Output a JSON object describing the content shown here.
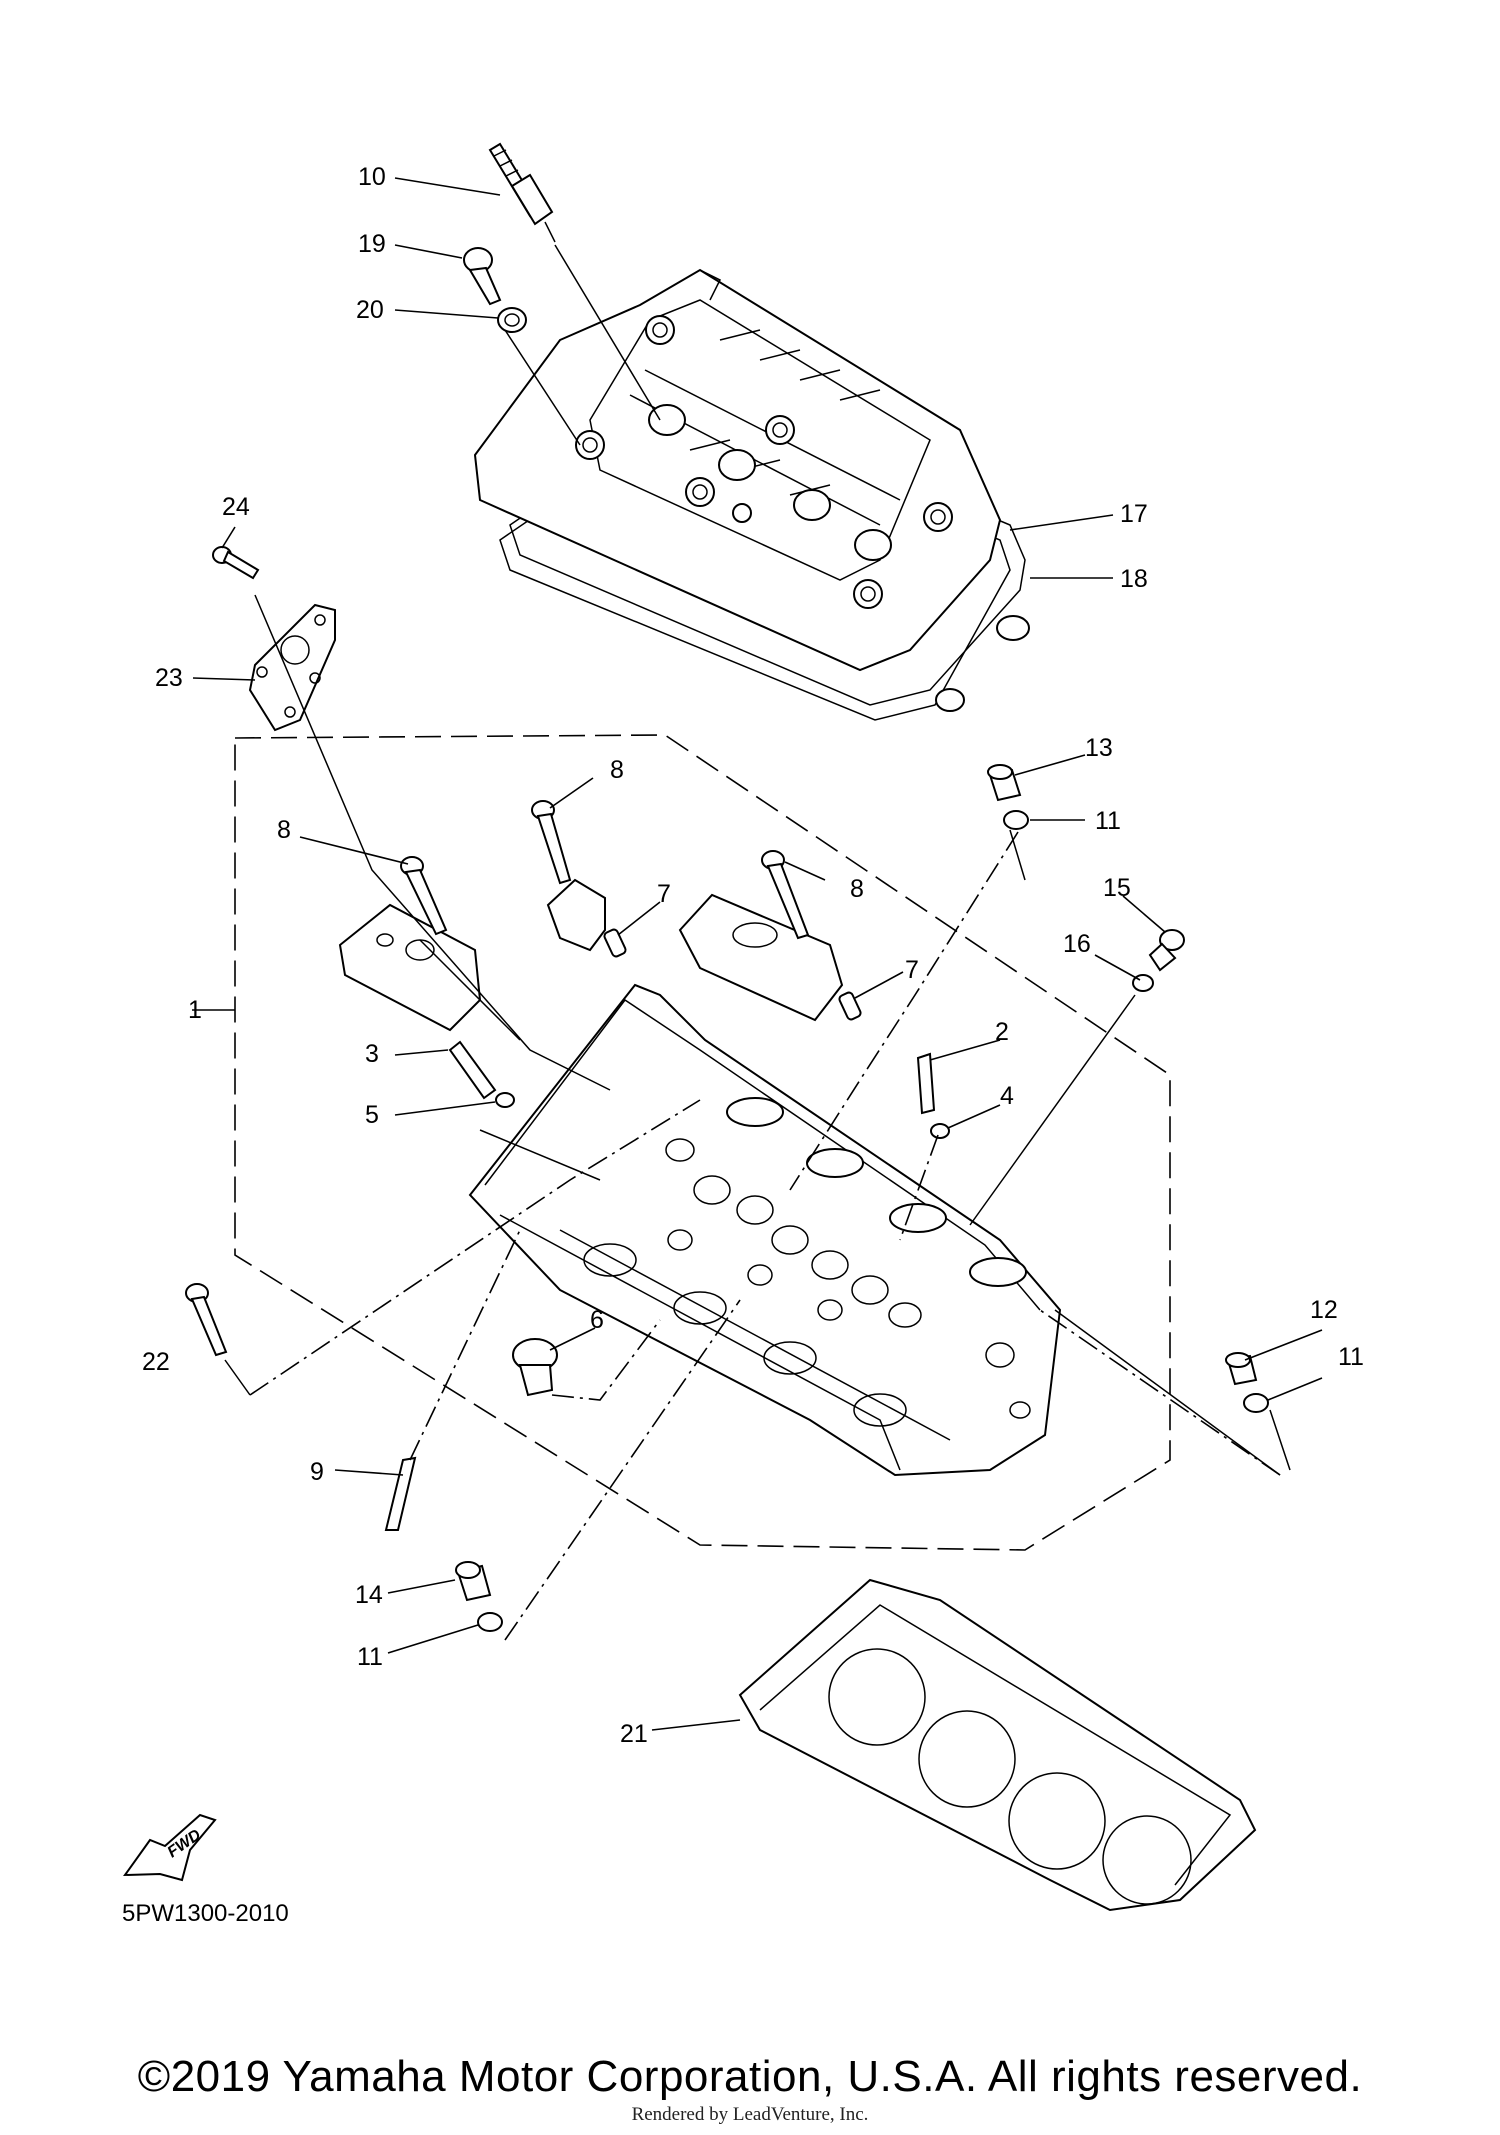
{
  "diagram": {
    "callouts": [
      {
        "id": "c10",
        "label": "10"
      },
      {
        "id": "c19",
        "label": "19"
      },
      {
        "id": "c20",
        "label": "20"
      },
      {
        "id": "c17",
        "label": "17"
      },
      {
        "id": "c18",
        "label": "18"
      },
      {
        "id": "c24",
        "label": "24"
      },
      {
        "id": "c23",
        "label": "23"
      },
      {
        "id": "c13",
        "label": "13"
      },
      {
        "id": "c11a",
        "label": "11"
      },
      {
        "id": "c8a",
        "label": "8"
      },
      {
        "id": "c8b",
        "label": "8"
      },
      {
        "id": "c8c",
        "label": "8"
      },
      {
        "id": "c7a",
        "label": "7"
      },
      {
        "id": "c7b",
        "label": "7"
      },
      {
        "id": "c15",
        "label": "15"
      },
      {
        "id": "c16",
        "label": "16"
      },
      {
        "id": "c1",
        "label": "1"
      },
      {
        "id": "c2",
        "label": "2"
      },
      {
        "id": "c3",
        "label": "3"
      },
      {
        "id": "c4",
        "label": "4"
      },
      {
        "id": "c5",
        "label": "5"
      },
      {
        "id": "c6",
        "label": "6"
      },
      {
        "id": "c12",
        "label": "12"
      },
      {
        "id": "c11b",
        "label": "11"
      },
      {
        "id": "c22",
        "label": "22"
      },
      {
        "id": "c9",
        "label": "9"
      },
      {
        "id": "c14",
        "label": "14"
      },
      {
        "id": "c11c",
        "label": "11"
      },
      {
        "id": "c21",
        "label": "21"
      }
    ],
    "fwd_label": "FWD",
    "reference_code": "5PW1300-2010",
    "copyright": "©2019 Yamaha Motor Corporation, U.S.A. All rights reserved.",
    "rendered_by": "Rendered by LeadVenture, Inc."
  }
}
